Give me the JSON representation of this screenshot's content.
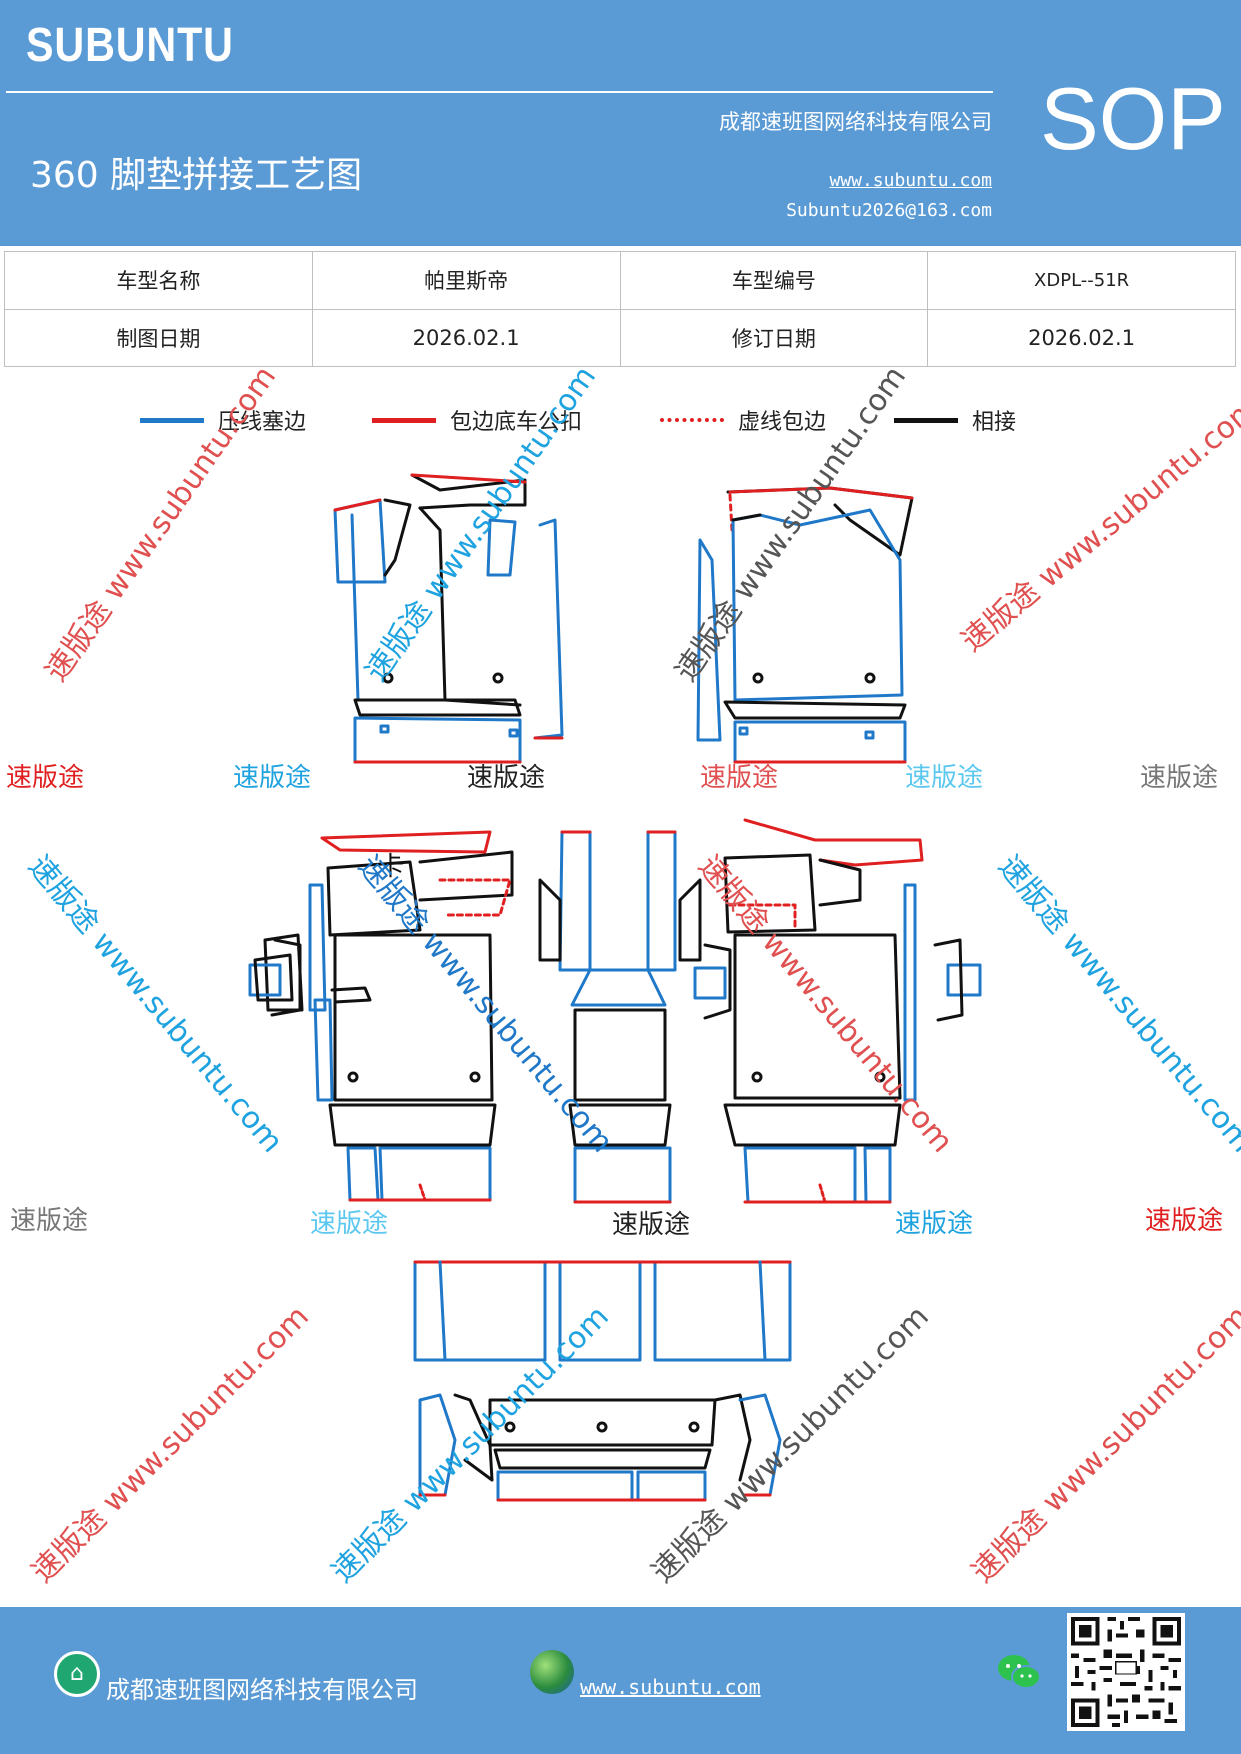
{
  "header": {
    "brand": "SUBUNTU",
    "company": "成都速班图网络科技有限公司",
    "sop": "SOP",
    "title": "360 脚垫拼接工艺图",
    "website": "www.subuntu.com",
    "email": "Subuntu2026@163.com"
  },
  "info": {
    "model_name_label": "车型名称",
    "model_name": "帕里斯帝",
    "model_code_label": "车型编号",
    "model_code": "XDPL--51R",
    "draw_date_label": "制图日期",
    "draw_date": "2026.02.1",
    "revise_date_label": "修订日期",
    "revise_date": "2026.02.1"
  },
  "legend": [
    {
      "label": "压线塞边",
      "color": "#1f78c8",
      "style": "solid"
    },
    {
      "label": "包边底车公扣",
      "color": "#e02020",
      "style": "solid"
    },
    {
      "label": "虚线包边",
      "color": "#e02020",
      "style": "dashed"
    },
    {
      "label": "相接",
      "color": "#111111",
      "style": "solid"
    }
  ],
  "watermark": {
    "word": "速版途",
    "diagonal": "速版途 www.subuntu.com"
  },
  "footer": {
    "company": "成都速班图网络科技有限公司",
    "website": "www.subuntu.com",
    "home_icon": "home-icon",
    "globe_icon": "globe-icon",
    "wechat_icon": "wechat-icon"
  },
  "colors": {
    "header_bg": "#5b9bd5",
    "blue_line": "#1f78c8",
    "red_line": "#e02020",
    "black_line": "#111111"
  }
}
